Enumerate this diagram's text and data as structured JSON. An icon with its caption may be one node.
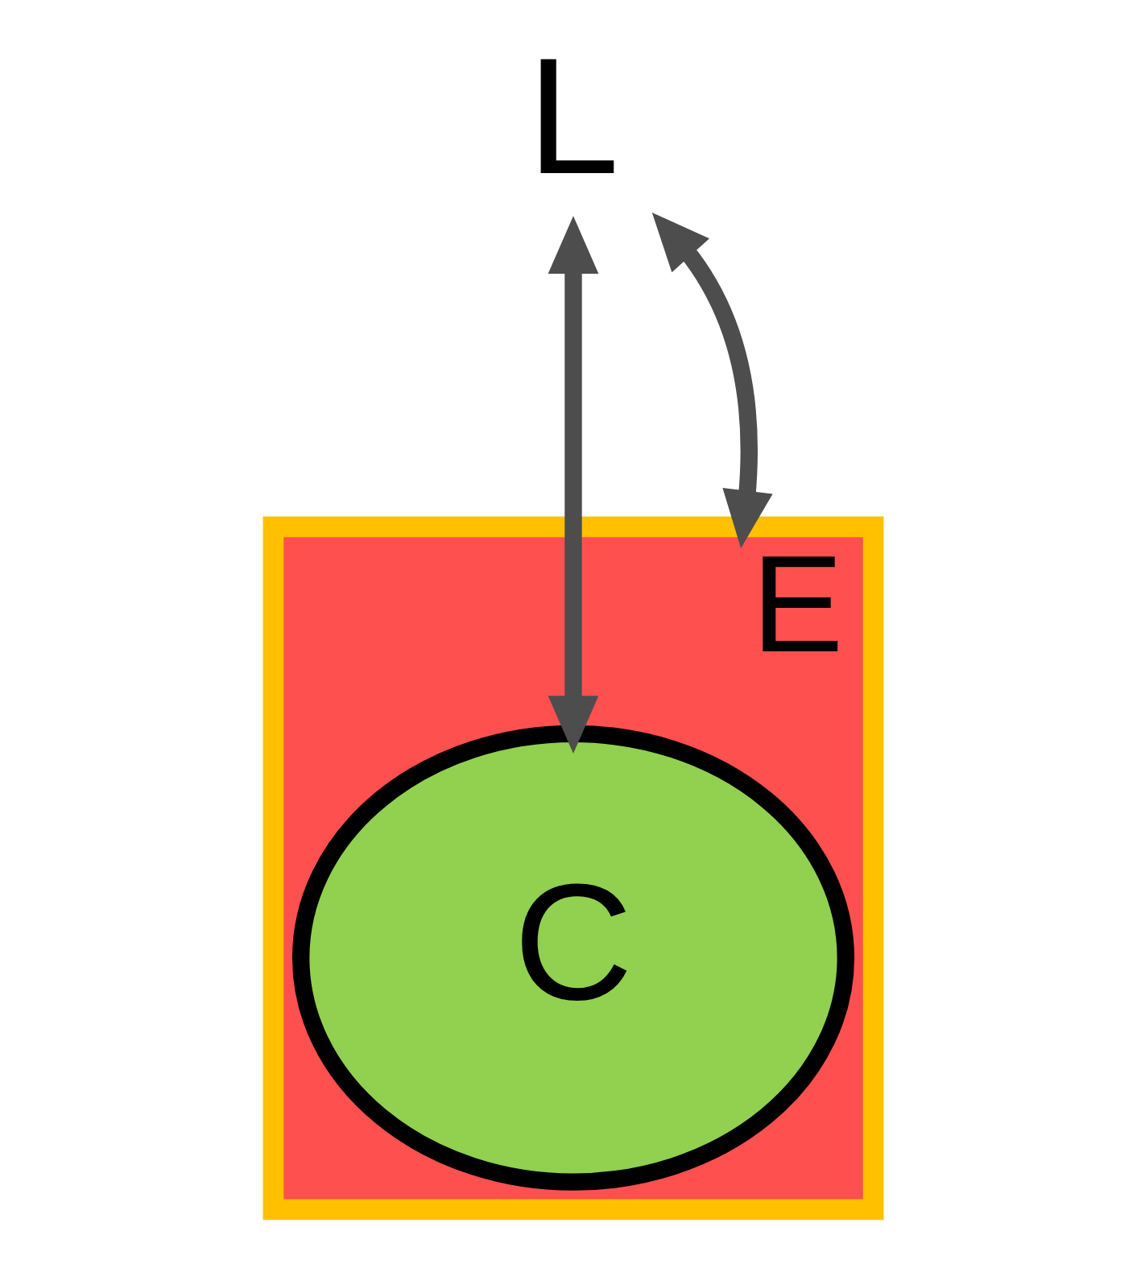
{
  "diagram": {
    "nodes": [
      {
        "text": [
          "L"
        ]
      },
      {
        "text": [
          "E"
        ]
      },
      {
        "text": [
          "C"
        ],
        "in": 1
      }
    ],
    "edges": [
      {
        "from": 0,
        "to": 2,
        "arrow": "both"
      },
      {
        "from": 0,
        "to": 1,
        "arrow": "both"
      }
    ]
  }
}
